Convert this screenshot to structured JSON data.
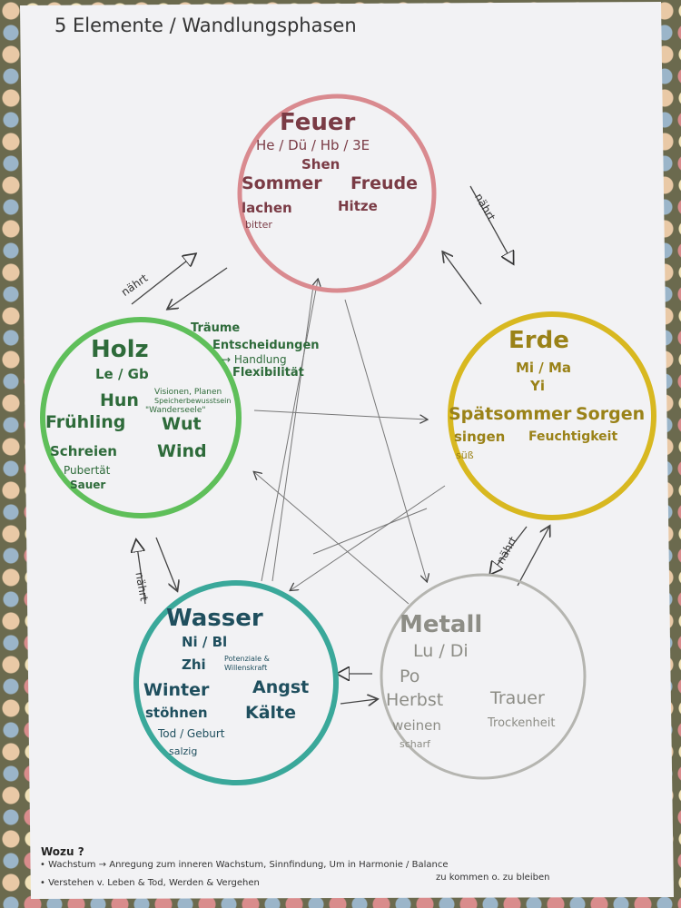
{
  "title": "5 Elemente / Wandlungsphasen",
  "colors": {
    "feuer": "#d98a8f",
    "holz": "#5fbf5a",
    "erde": "#d8b820",
    "wasser": "#3aa89a",
    "metall": "#b5b5b0",
    "paper": "#f2f2f4"
  },
  "feuer": {
    "name": "Feuer",
    "organs": "He / Dü / Hb / 3E",
    "spirit": "Shen",
    "season": "Sommer",
    "emotion": "Freude",
    "sound": "lachen",
    "climate": "Hitze",
    "taste": "bitter"
  },
  "holz": {
    "name": "Holz",
    "organs": "Le / Gb",
    "spirit": "Hun",
    "spirit_note_1": "Visionen, Planen",
    "spirit_note_2": "Speicherbewusstsein",
    "spirit_note_3": "\"Wanderseele\"",
    "season": "Frühling",
    "emotion": "Wut",
    "sound": "Schreien",
    "climate": "Wind",
    "phase": "Pubertät",
    "taste": "Sauer"
  },
  "holz_side": {
    "line1": "Träume",
    "line2": "Entscheidungen",
    "line3": "→ Handlung",
    "line4": "Flexibilität"
  },
  "erde": {
    "name": "Erde",
    "organs": "Mi / Ma",
    "spirit": "Yi",
    "season": "Spätsommer",
    "emotion": "Sorgen",
    "sound": "singen",
    "climate": "Feuchtigkeit",
    "taste": "süß"
  },
  "wasser": {
    "name": "Wasser",
    "organs": "Ni / Bl",
    "spirit": "Zhi",
    "spirit_note_1": "Potenziale &",
    "spirit_note_2": "Willenskraft",
    "season": "Winter",
    "emotion": "Angst",
    "sound": "stöhnen",
    "climate": "Kälte",
    "phase": "Tod / Geburt",
    "taste": "salzig"
  },
  "metall": {
    "name": "Metall",
    "organs": "Lu / Di",
    "spirit": "Po",
    "season": "Herbst",
    "emotion": "Trauer",
    "sound": "weinen",
    "climate": "Trockenheit",
    "taste": "scharf"
  },
  "arrows": {
    "feeds_label": "nährt"
  },
  "footer": {
    "heading": "Wozu ?",
    "bullet1": "• Wachstum → Anregung zum inneren Wachstum, Sinnfindung, Um in Harmonie / Balance",
    "bullet1_cont": "zu kommen o. zu bleiben",
    "bullet2": "• Verstehen v. Leben & Tod, Werden & Vergehen"
  }
}
